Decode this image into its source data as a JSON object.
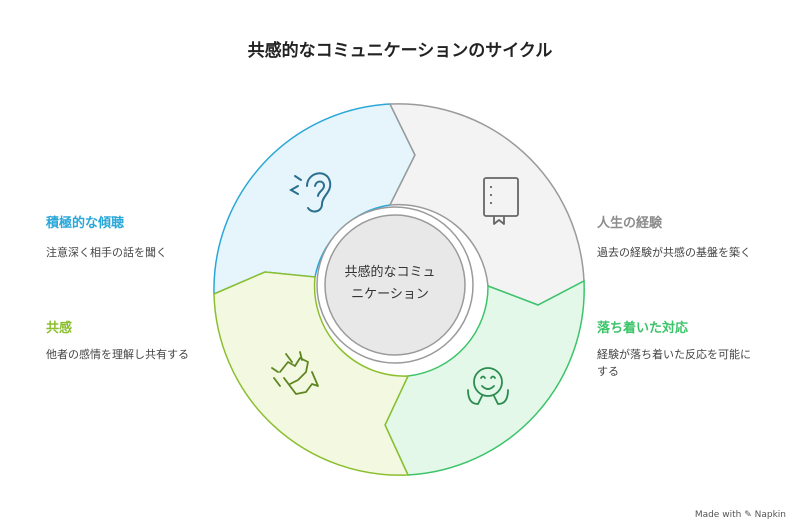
{
  "title": "共感的なコミュニケーションのサイクル",
  "center": {
    "line1": "共感的なコミュ",
    "line2": "ニケーション"
  },
  "stages": [
    {
      "name": "積極的な傾聴",
      "description": "注意深く相手の話を聞く",
      "color": "#2aa7d9",
      "icon": "ear-icon"
    },
    {
      "name": "人生の経験",
      "description": "過去の経験が共感の基盤を築く",
      "color": "#8c8c8c",
      "icon": "book-icon"
    },
    {
      "name": "落ち着いた対応",
      "description_line1": "経験が落ち着いた反応を可能に",
      "description_line2": "する",
      "color": "#3cc46a",
      "icon": "smiling-face-icon"
    },
    {
      "name": "共感",
      "description": "他者の感情を理解し共有する",
      "color": "#8bbf2e",
      "icon": "hands-icon"
    }
  ],
  "footer": {
    "made_with": "Made with",
    "brand": "Napkin"
  }
}
